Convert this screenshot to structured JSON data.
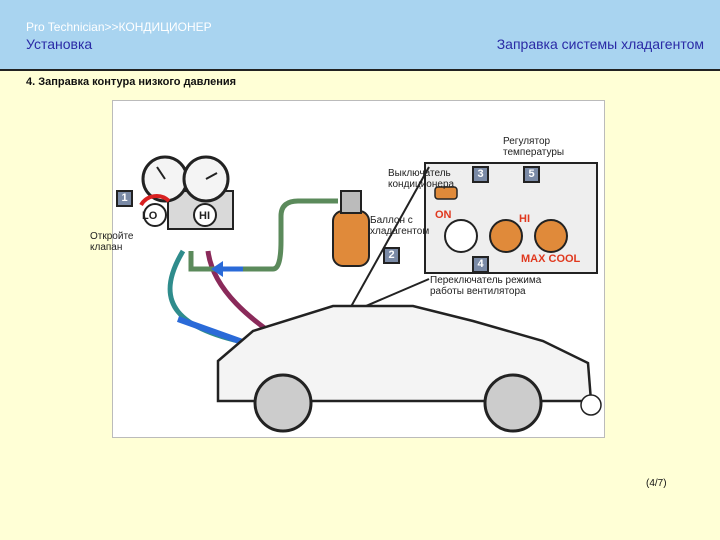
{
  "header": {
    "breadcrumb": "Pro  Technician>>КОНДИЦИОНЕР",
    "section": "Установка",
    "title": "Заправка системы хладагентом"
  },
  "step_heading": "4. Заправка контура низкого давления",
  "figure": {
    "gauge_lo": "LO",
    "gauge_hi": "HI",
    "callouts": {
      "open_valve": "Откройте\nклапан",
      "refrigerant_can": "Баллон с\nхладагентом",
      "ac_switch": "Выключатель\nкондиционера",
      "temp_regulator": "Регулятор\nтемпературы",
      "fan_mode_switch": "Переключатель режима\nработы вентилятора"
    },
    "panel_labels": {
      "on": "ON",
      "hi": "HI",
      "max_cool": "MAX COOL"
    },
    "badges": [
      "1",
      "2",
      "3",
      "4",
      "5"
    ]
  },
  "pager": "(4/7)",
  "colors": {
    "header_bg": "#a9d4f0",
    "page_bg": "#ffffd6",
    "title_blue": "#2a2aa6",
    "label_red": "#e0381e"
  }
}
